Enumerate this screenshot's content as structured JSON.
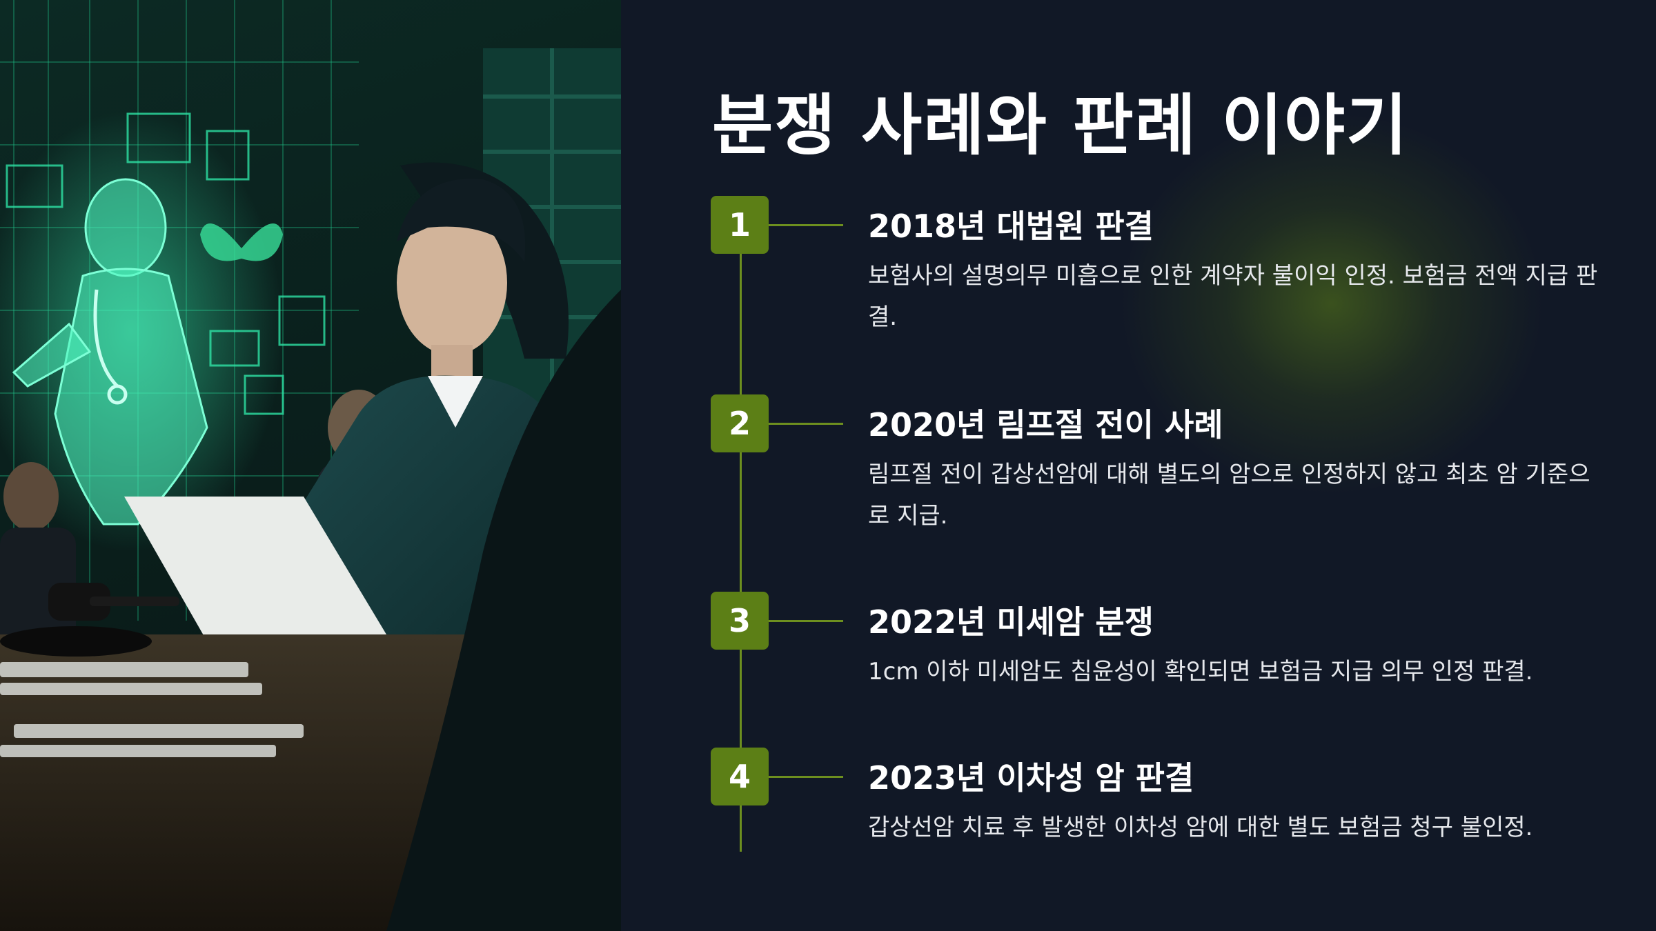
{
  "slide": {
    "title": "분쟁 사례와 판례 이야기",
    "illustration_alt": "courtroom-hologram-illustration",
    "accent_color": "#5c7f16",
    "background_color": "#111826"
  },
  "timeline": [
    {
      "number": "1",
      "title": "2018년 대법원 판결",
      "description": "보험사의 설명의무 미흡으로 인한 계약자 불이익 인정. 보험금 전액 지급 판결."
    },
    {
      "number": "2",
      "title": "2020년 림프절 전이 사례",
      "description": "림프절 전이 갑상선암에 대해 별도의 암으로 인정하지 않고 최초 암 기준으로 지급."
    },
    {
      "number": "3",
      "title": "2022년 미세암 분쟁",
      "description": "1cm 이하 미세암도 침윤성이 확인되면 보험금 지급 의무 인정 판결."
    },
    {
      "number": "4",
      "title": "2023년 이차성 암 판결",
      "description": "갑상선암 치료 후 발생한 이차성 암에 대한 별도 보험금 청구 불인정."
    }
  ]
}
